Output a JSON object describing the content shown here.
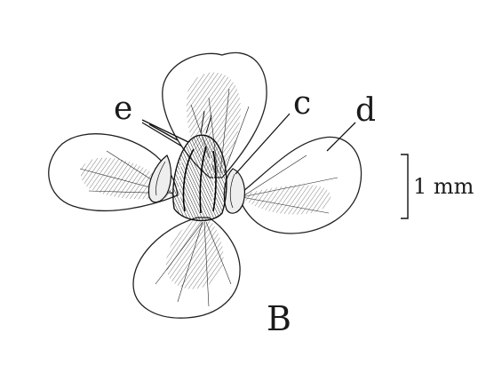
{
  "figure": {
    "panel_label": "B",
    "scale_bar_label": "1 mm",
    "callouts": [
      {
        "key": "e",
        "text": "e"
      },
      {
        "key": "c",
        "text": "c"
      },
      {
        "key": "d",
        "text": "d"
      }
    ]
  }
}
